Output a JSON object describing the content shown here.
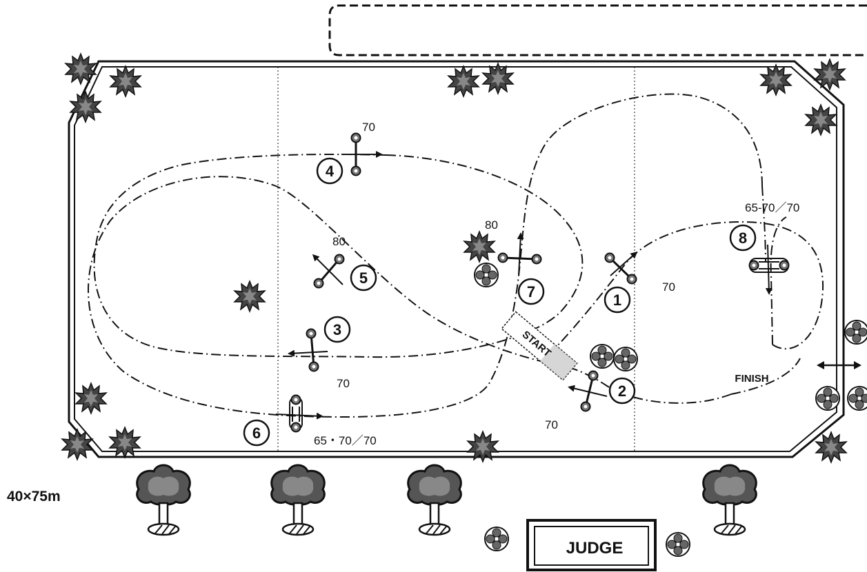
{
  "arena": {
    "dimensions": "40×75m"
  },
  "fences": [
    {
      "number": "1",
      "height": "70"
    },
    {
      "number": "2",
      "height": "70"
    },
    {
      "number": "3",
      "height": "70"
    },
    {
      "number": "4",
      "height": "70"
    },
    {
      "number": "5",
      "height": "80"
    },
    {
      "number": "6",
      "height": "65・70／70"
    },
    {
      "number": "7",
      "height": "80"
    },
    {
      "number": "8",
      "height": "65‐70／70"
    }
  ],
  "labels": {
    "start": "START",
    "finish": "FINISH",
    "judge": "JUDGE"
  },
  "colors": {
    "ink": "#111111",
    "bush": "#333333",
    "canopy": "#555555"
  }
}
